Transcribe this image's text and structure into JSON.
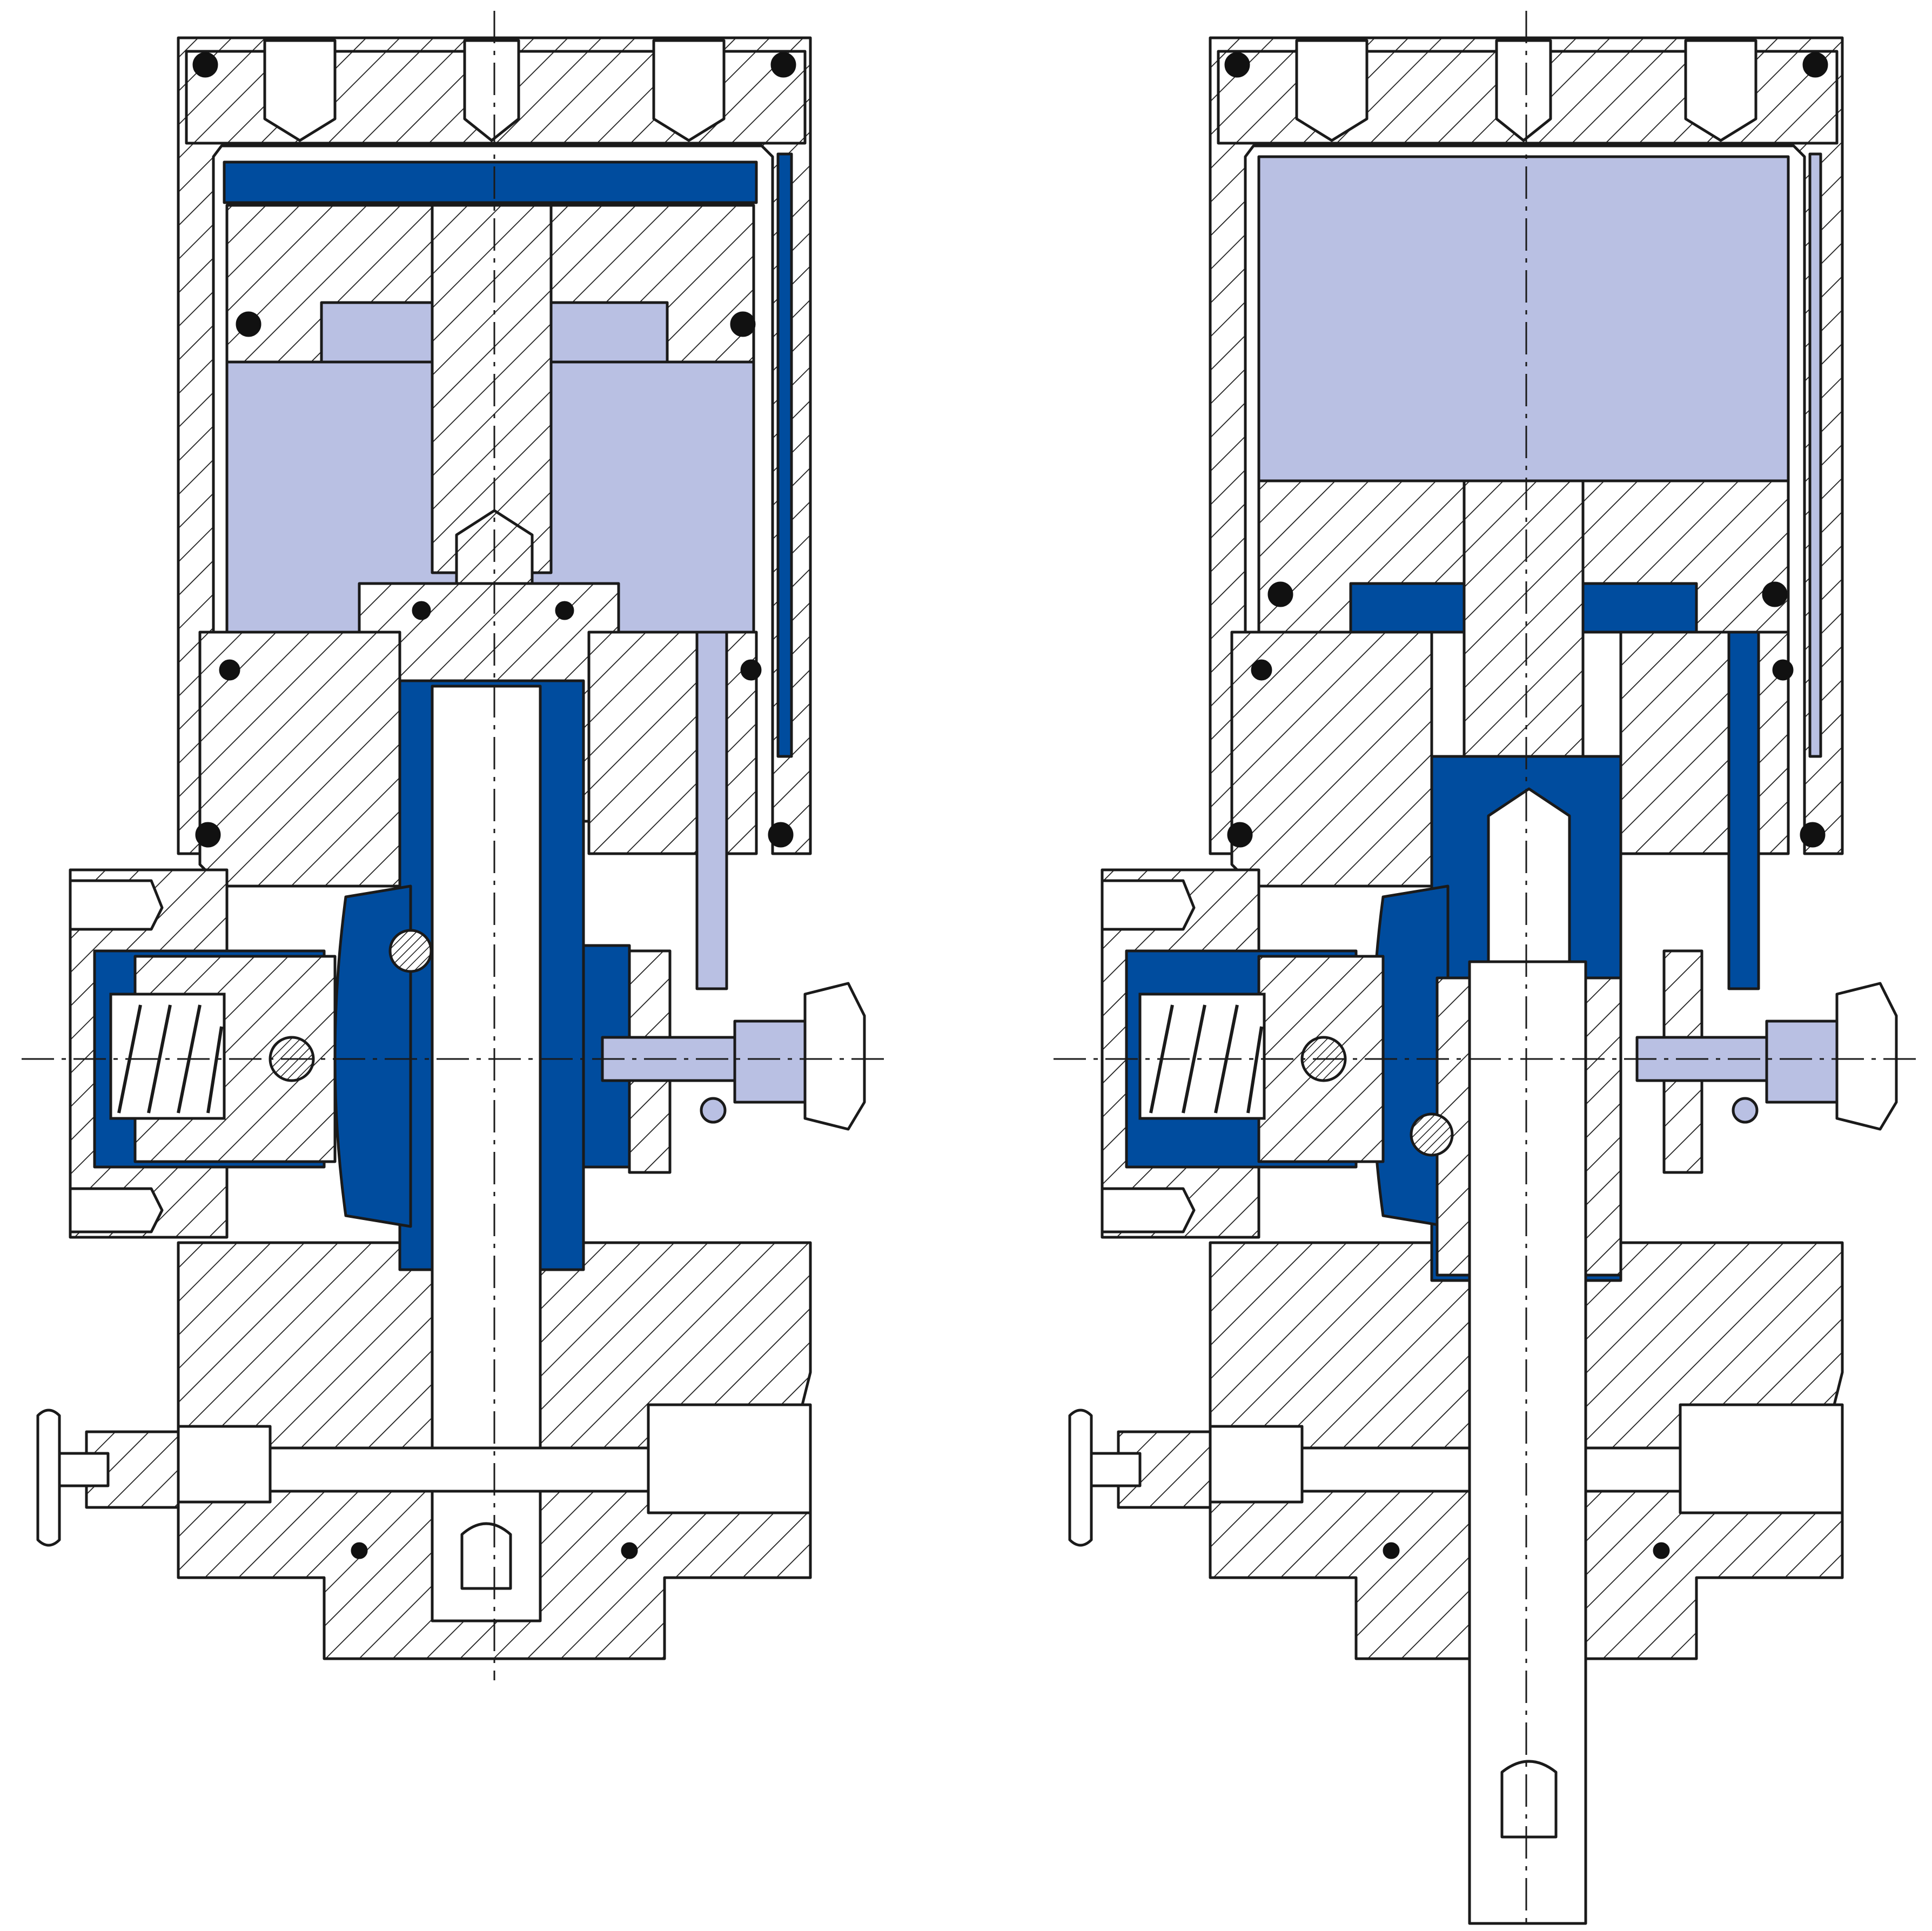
{
  "title": "",
  "colors": {
    "high_pressure": "#004c9e",
    "low_pressure": "#b9c0e3",
    "outline": "#1a1a1a",
    "background": "#ffffff"
  },
  "views": [
    {
      "id": "left",
      "state": "piston-up-stem-retracted"
    },
    {
      "id": "right",
      "state": "piston-down-stem-extended"
    }
  ]
}
